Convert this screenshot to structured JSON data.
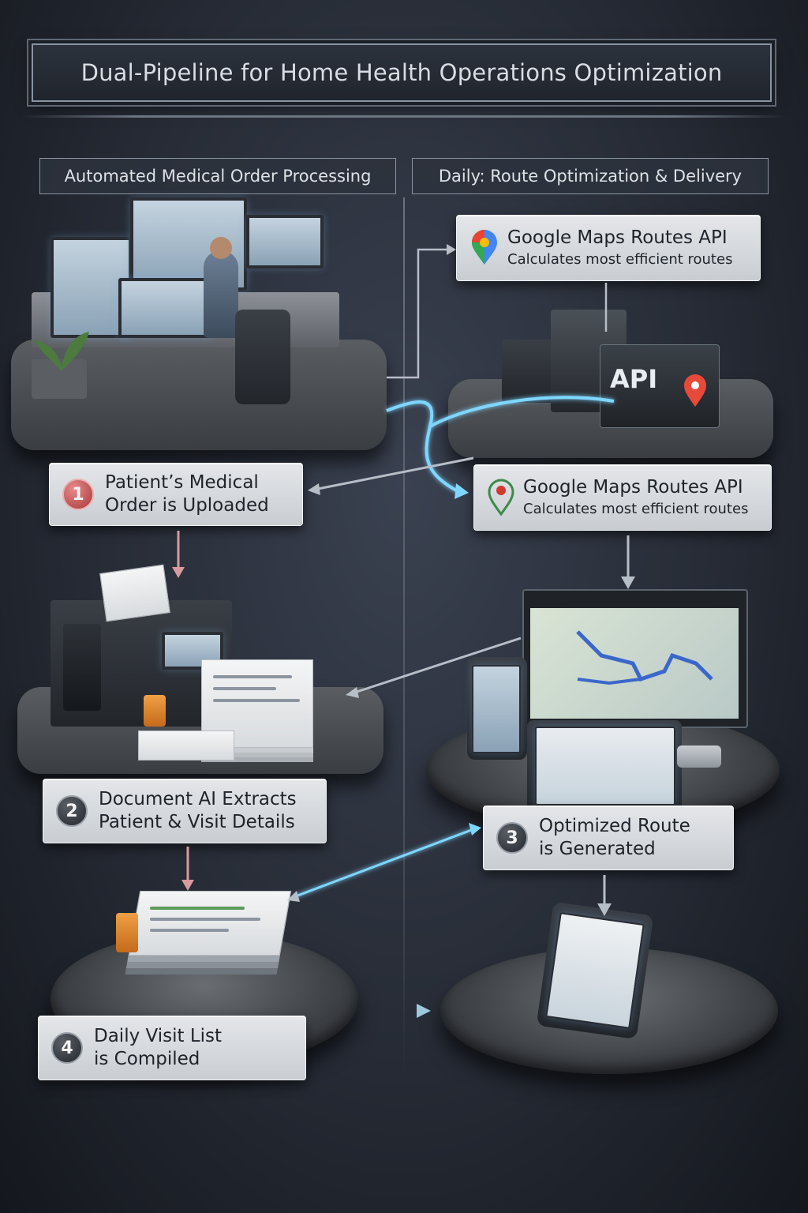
{
  "title": "Dual-Pipeline for Home Health Operations Optimization",
  "columns": {
    "left": "Automated Medical Order Processing",
    "right": "Daily: Route Optimization & Delivery"
  },
  "steps": [
    {
      "number": "1",
      "line1": "Patient’s Medical",
      "line2": "Order is Uploaded"
    },
    {
      "number": "2",
      "line1": "Document AI Extracts",
      "line2": "Patient & Visit Details"
    },
    {
      "number": "3",
      "line1": "Optimized Route",
      "line2": "is Generated"
    },
    {
      "number": "4",
      "line1": "Daily Visit List",
      "line2": "is Compiled"
    }
  ],
  "api_cards": [
    {
      "title": "Google Maps Routes API",
      "subtitle": "Calculates most efficient routes"
    },
    {
      "title": "Google Maps Routes API",
      "subtitle": "Calculates most efficient routes"
    }
  ],
  "server_label": "API",
  "colors": {
    "accent_blue": "#7fd6ff",
    "pink_arrow": "#d79aa0",
    "badge_red": "#c04848"
  }
}
